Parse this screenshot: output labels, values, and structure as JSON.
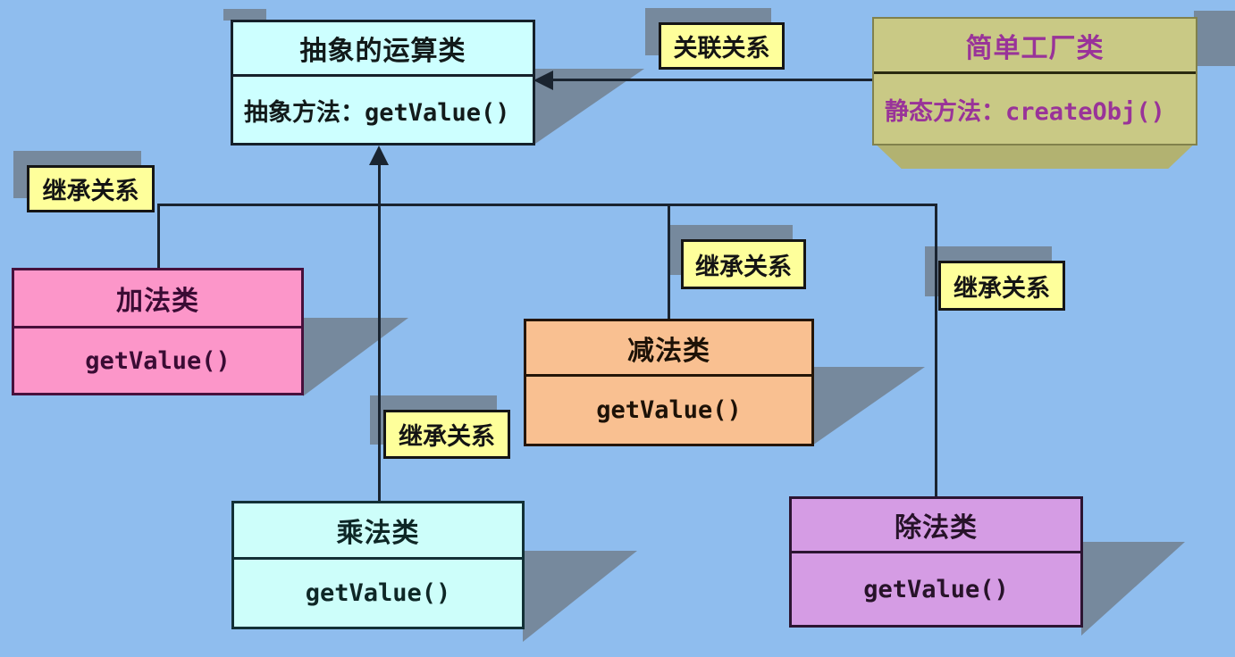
{
  "canvas": {
    "background": "#8fbdee",
    "line_color": "#1a2430",
    "shadow_color": "rgba(108,116,126,0.72)"
  },
  "classes": {
    "abstract": {
      "title": "抽象的运算类",
      "body": "抽象方法：getValue()",
      "fill": "#cdffff",
      "text_color": "#121a1a"
    },
    "factory": {
      "title": "简单工厂类",
      "body": "静态方法：createObj()",
      "fill": "#c9c985",
      "text_color": "#993399"
    },
    "add": {
      "title": "加法类",
      "body": "getValue()",
      "fill": "#fc96c9",
      "text_color": "#3a0c34"
    },
    "sub": {
      "title": "减法类",
      "body": "getValue()",
      "fill": "#f9c091",
      "text_color": "#1d1207"
    },
    "mul": {
      "title": "乘法类",
      "body": "getValue()",
      "fill": "#cdfefa",
      "text_color": "#0e2726"
    },
    "div": {
      "title": "除法类",
      "body": "getValue()",
      "fill": "#d59ce4",
      "text_color": "#271329"
    }
  },
  "labels": {
    "association": {
      "text": "关联关系",
      "fill": "#feff9b"
    },
    "inherit_left": {
      "text": "继承关系",
      "fill": "#feff9b"
    },
    "inherit_mid": {
      "text": "继承关系",
      "fill": "#feff9b"
    },
    "inherit_mul": {
      "text": "继承关系",
      "fill": "#feff9b"
    },
    "inherit_right": {
      "text": "继承关系",
      "fill": "#feff9b"
    }
  }
}
